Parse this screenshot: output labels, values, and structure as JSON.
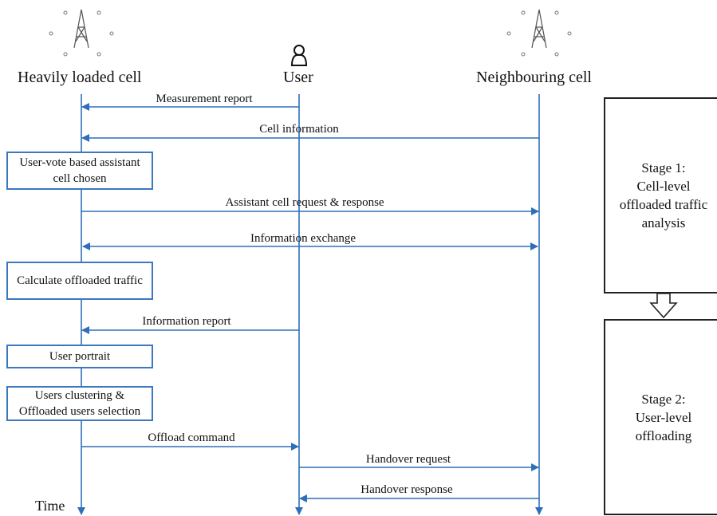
{
  "participants": {
    "heavily_loaded": "Heavily loaded cell",
    "user": "User",
    "neighbouring": "Neighbouring cell"
  },
  "messages": [
    "Measurement report",
    "Cell information",
    "Assistant cell request & response",
    "Information exchange",
    "Information report",
    "Offload command",
    "Handover request",
    "Handover response"
  ],
  "process_boxes": [
    "User-vote based assistant cell chosen",
    "Calculate offloaded traffic",
    "User portrait",
    "Users clustering & Offloaded users selection"
  ],
  "stages": [
    "Stage 1:\nCell-level\noffloaded traffic\nanalysis",
    "Stage 2:\nUser-level\noffloading"
  ],
  "time_label": "Time",
  "icons": {
    "cell_tower": "cell-tower-icon",
    "user": "user-icon"
  },
  "colors": {
    "line": "#2f6fba",
    "box_border": "#3a78c0",
    "stage_border": "#222222"
  }
}
